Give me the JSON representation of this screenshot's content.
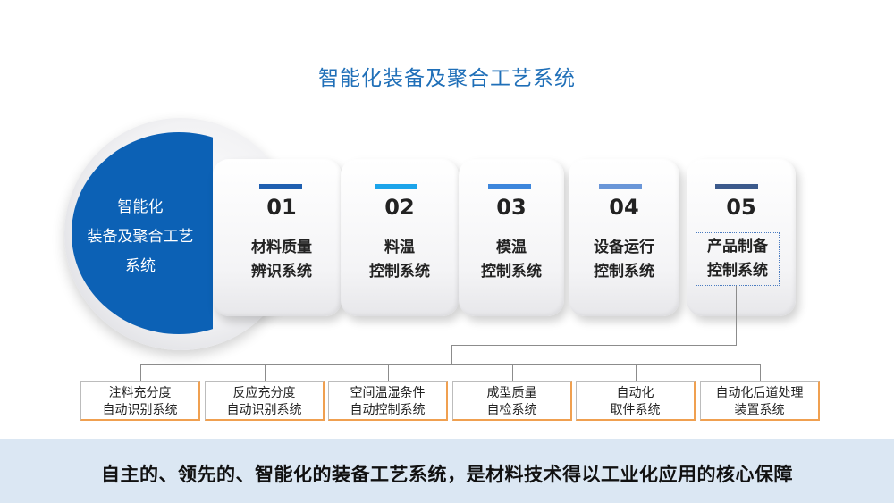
{
  "title": "智能化装备及聚合工艺系统",
  "circle": {
    "lines": [
      "智能化",
      "装备及聚合工艺",
      "系统"
    ],
    "color": "#0c61b5"
  },
  "steps": [
    {
      "num": "01",
      "line1": "材料质量",
      "line2": "辨识系统",
      "bar_color": "#1f5fb0"
    },
    {
      "num": "02",
      "line1": "料温",
      "line2": "控制系统",
      "bar_color": "#1ca4ea"
    },
    {
      "num": "03",
      "line1": "模温",
      "line2": "控制系统",
      "bar_color": "#3d86dc"
    },
    {
      "num": "04",
      "line1": "设备运行",
      "line2": "控制系统",
      "bar_color": "#6a96d8"
    },
    {
      "num": "05",
      "line1": "产品制备",
      "line2": "控制系统",
      "bar_color": "#3c5a8c"
    }
  ],
  "subsystems": [
    {
      "line1": "注料充分度",
      "line2": "自动识别系统"
    },
    {
      "line1": "反应充分度",
      "line2": "自动识别系统"
    },
    {
      "line1": "空间温湿条件",
      "line2": "自动控制系统"
    },
    {
      "line1": "成型质量",
      "line2": "自检系统"
    },
    {
      "line1": "自动化",
      "line2": "取件系统"
    },
    {
      "line1": "自动化后道处理",
      "line2": "装置系统"
    }
  ],
  "footer": "自主的、领先的、智能化的装备工艺系统，是材料技术得以工业化应用的核心保障"
}
